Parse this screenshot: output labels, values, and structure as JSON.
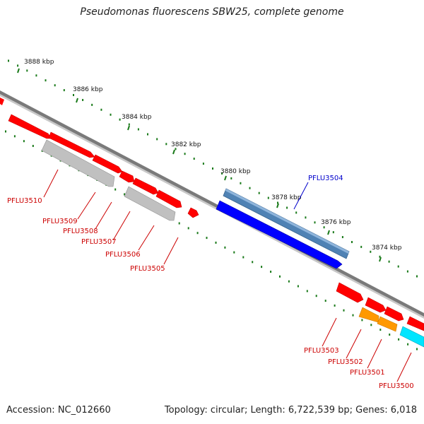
{
  "title": "Pseudomonas fluorescens SBW25, complete genome",
  "accession": "Accession: NC_012660",
  "topology": "Topology: circular; Length: 6,722,539 bp; Genes: 6,018",
  "colors": {
    "backbone": "#7a7a7a",
    "tick": "#1a7a1a",
    "gene_red": "#ff0000",
    "gene_gray": "#c0c0c0",
    "gene_blue": "#0000ff",
    "gene_steel": "#4f82b4",
    "gene_orange": "#ff9900",
    "gene_cyan": "#00e5ff",
    "label_red": "#cc0000",
    "label_blue": "#0000cc"
  },
  "ticks": [
    "3888 kbp",
    "3886 kbp",
    "3884 kbp",
    "3882 kbp",
    "3880 kbp",
    "3878 kbp",
    "3876 kbp",
    "3874 kbp"
  ],
  "genes": [
    {
      "label": "PFLU3510",
      "color": "gray"
    },
    {
      "label": "PFLU3509",
      "color": "red"
    },
    {
      "label": "PFLU3508",
      "color": "red"
    },
    {
      "label": "PFLU3507",
      "color": "red"
    },
    {
      "label": "PFLU3506",
      "color": "gray"
    },
    {
      "label": "PFLU3505",
      "color": "red"
    },
    {
      "label": "PFLU3504",
      "color": "steelblue"
    },
    {
      "label": "PFLU3503",
      "color": "red"
    },
    {
      "label": "PFLU3502",
      "color": "orange"
    },
    {
      "label": "PFLU3501",
      "color": "orange"
    },
    {
      "label": "PFLU3500",
      "color": "cyan"
    }
  ]
}
